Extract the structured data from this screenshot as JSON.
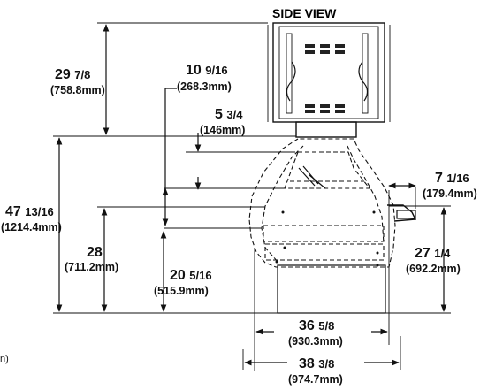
{
  "title": "SIDE VIEW",
  "dimensions": {
    "d1": {
      "whole": "29",
      "frac": "7/8",
      "mm": "(758.8mm)"
    },
    "d2": {
      "whole": "10",
      "frac": "9/16",
      "mm": "(268.3mm)"
    },
    "d3": {
      "whole": "5",
      "frac": "3/4",
      "mm": "(146mm)"
    },
    "d4": {
      "whole": "7",
      "frac": "1/16",
      "mm": "(179.4mm)"
    },
    "d5": {
      "whole": "47",
      "frac": "13/16",
      "mm": "(1214.4mm)"
    },
    "d6": {
      "whole": "28",
      "frac": "",
      "mm": "(711.2mm)"
    },
    "d7": {
      "whole": "20",
      "frac": "5/16",
      "mm": "(515.9mm)"
    },
    "d8": {
      "whole": "27",
      "frac": "1/4",
      "mm": "(692.2mm)"
    },
    "d9": {
      "whole": "36",
      "frac": "5/8",
      "mm": "(930.3mm)"
    },
    "d10": {
      "whole": "38",
      "frac": "3/8",
      "mm": "(974.7mm)"
    }
  },
  "margin_text": "n)"
}
